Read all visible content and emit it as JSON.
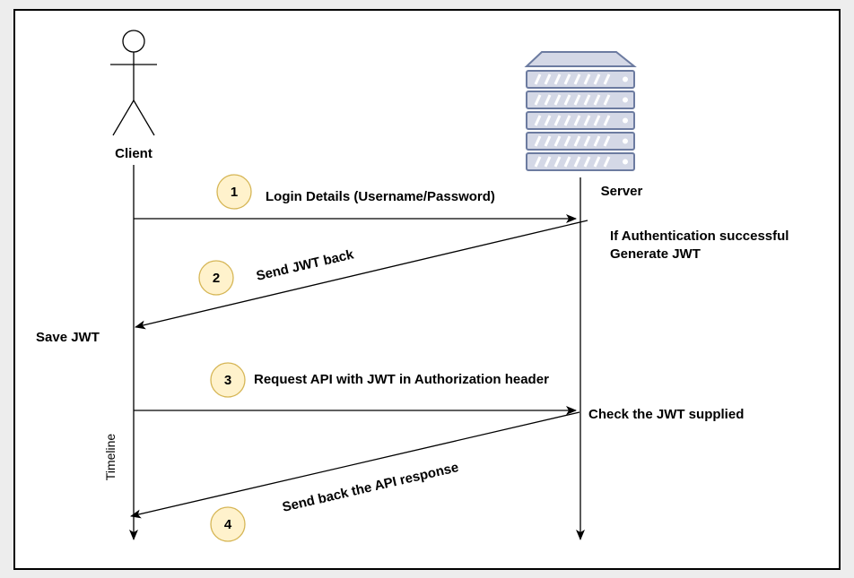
{
  "client": {
    "label": "Client"
  },
  "server": {
    "label": "Server"
  },
  "timeline_label": "Timeline",
  "notes": {
    "auth_line1": "If Authentication successful",
    "auth_line2": "Generate JWT",
    "save_jwt": "Save JWT",
    "check_jwt": "Check the JWT supplied"
  },
  "steps": [
    {
      "number": "1",
      "label": "Login Details (Username/Password)"
    },
    {
      "number": "2",
      "label": "Send JWT back"
    },
    {
      "number": "3",
      "label": "Request API with JWT in Authorization header"
    },
    {
      "number": "4",
      "label": "Send back the API response"
    }
  ],
  "colors": {
    "step_badge_fill": "#fff2cc",
    "step_badge_stroke": "#d6b656",
    "server_fill": "#d4d8e6",
    "server_stroke": "#6c7ba0",
    "frame": "#000000",
    "background": "#ffffff"
  }
}
